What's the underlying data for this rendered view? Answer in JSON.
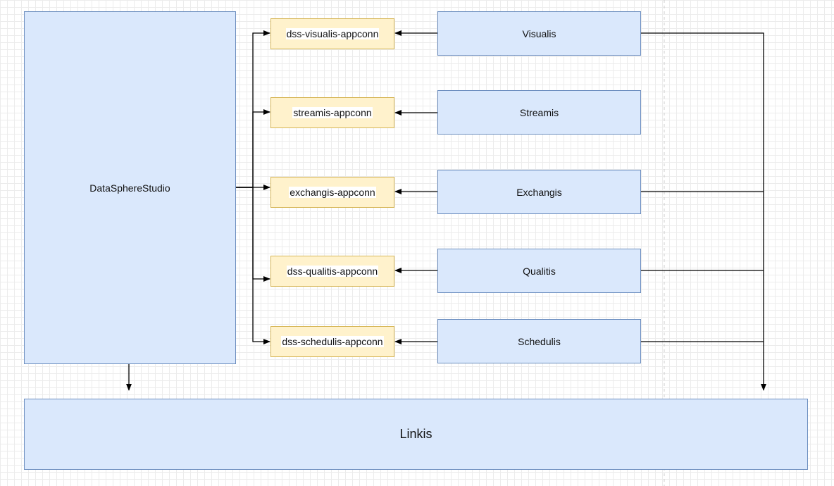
{
  "nodes": {
    "datasphere": "DataSphereStudio",
    "linkis": "Linkis",
    "appconns": [
      "dss-visualis-appconn",
      "streamis-appconn",
      "exchangis-appconn",
      "dss-qualitis-appconn",
      "dss-schedulis-appconn"
    ],
    "systems": [
      "Visualis",
      "Streamis",
      "Exchangis",
      "Qualitis",
      "Schedulis"
    ]
  },
  "colors": {
    "blue_fill": "#dae8fc",
    "blue_stroke": "#6c8ebf",
    "yellow_fill": "#fff2cc",
    "yellow_stroke": "#d6b656",
    "edge": "#000000",
    "page_break": "#cccccc"
  }
}
